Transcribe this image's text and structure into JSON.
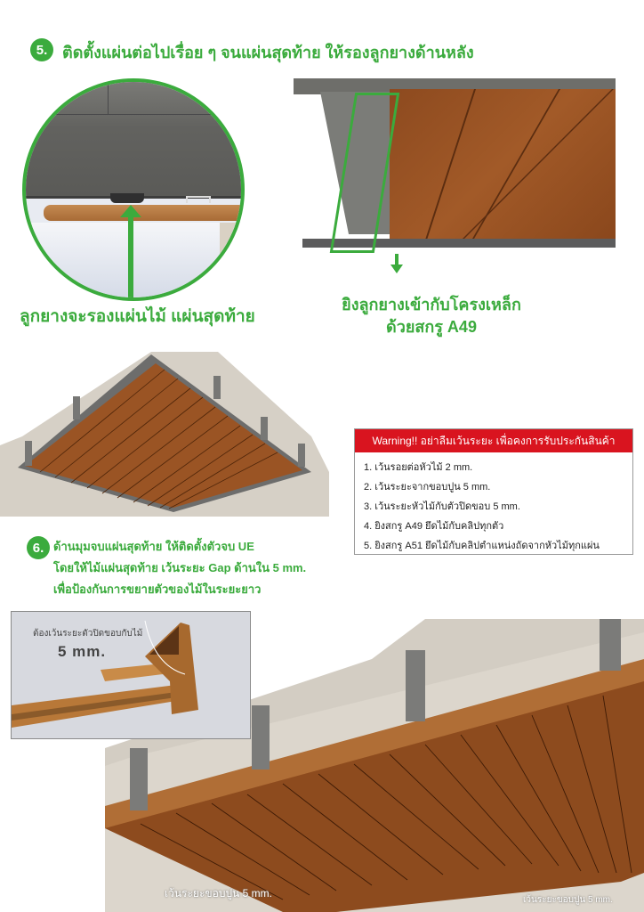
{
  "step5": {
    "number": "5.",
    "title": "ติดตั้งแผ่นต่อไปเรื่อย ๆ จนแผ่นสุดท้าย ให้รองลูกยางด้านหลัง",
    "magnifier_caption": "ลูกยางจะรองแผ่นไม้ แผ่นสุดท้าย",
    "render_caption_line1": "ยิงลูกยางเข้ากับโครงเหล็ก",
    "render_caption_line2": "ด้วยสกรู A49"
  },
  "warning": {
    "header": "Warning!! อย่าลืมเว้นระยะ เพื่อคงการรับประกันสินค้า",
    "header_color": "#d9141f",
    "items": [
      "1. เว้นรอยต่อหัวไม้ 2 mm.",
      "2. เว้นระยะจากขอบปูน 5 mm.",
      "3. เว้นระยะหัวไม้กับตัวปิดขอบ 5 mm.",
      "4.  ยิงสกรู A49 ยึดไม้กับคลิปทุกตัว",
      "5. ยิงสกรู A51 ยึดไม้กับคลิปตำแหน่งถัดจากหัวไม้ทุกแผ่น"
    ]
  },
  "step6": {
    "number": "6.",
    "lines": [
      "ด้านมุมจบแผ่นสุดท้าย ให้ติดตั้งตัวจบ UE",
      "โดยให้ไม้แผ่นสุดท้าย เว้นระยะ Gap ด้านใน 5 mm.",
      "เพื่อป้องกันการขยายตัวของไม้ในระยะยาว"
    ],
    "inset_label": "ต้องเว้นระยะตัวปิดขอบกับไม้",
    "inset_value": "5 mm.",
    "render_label_left": "เว้นระยะขอบปูน 5 mm.",
    "render_label_right": "เว้นระยะขอบปูน 5 mm."
  },
  "colors": {
    "accent_green": "#3bab3d",
    "warning_red": "#d9141f",
    "wood": "#9a5424",
    "steel": "#6e6e6a"
  }
}
